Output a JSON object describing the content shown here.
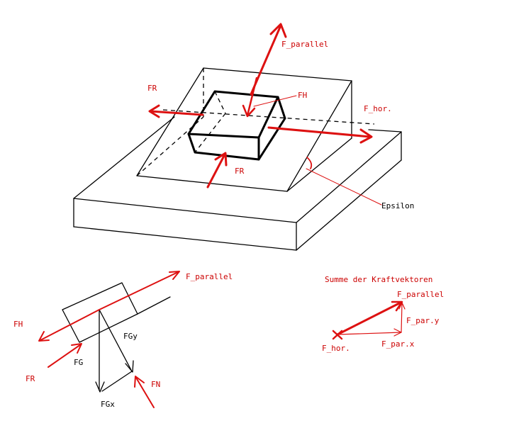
{
  "colors": {
    "force": "#dd1111",
    "line": "#000000",
    "label": "#cc0000"
  },
  "labels": {
    "f_parallel_top": "F_parallel",
    "fr_left": "FR",
    "fh_top": "FH",
    "f_hor": "F_hor.",
    "fr_front": "FR",
    "epsilon": "Epsilon",
    "f_parallel_side": "F_parallel",
    "fh_side": "FH",
    "fgy": "FGy",
    "fg": "FG",
    "fr_side": "FR",
    "fn": "FN",
    "fgx": "FGx",
    "sum_title": "Summe der Kraftvektoren",
    "f_parallel_sum": "F_parallel",
    "f_par_y": "F_par.y",
    "f_par_x": "F_par.x",
    "f_hor_sum": "F_hor."
  }
}
